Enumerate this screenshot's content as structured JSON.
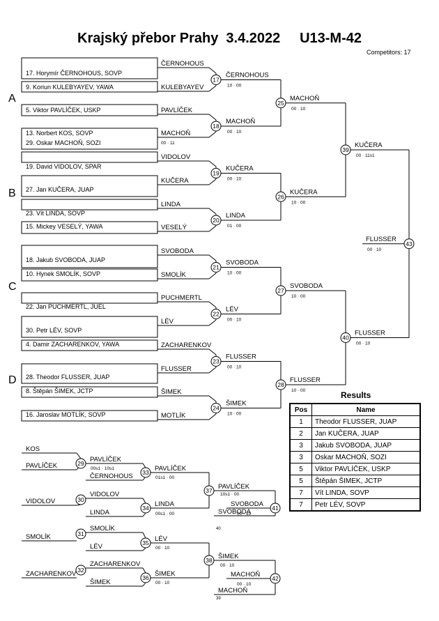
{
  "header": {
    "title": "Krajský přebor Prahy  3.4.2022     U13-M-42",
    "competitors": "Competitors: 17"
  },
  "pools": [
    "A",
    "B",
    "C",
    "D"
  ],
  "entries": [
    "17. Horymír ČERNOHOUS, SOVP",
    "9. Koriun KULEBYAYEV, YAWA",
    "5. Viktor PAVLÍČEK, USKP",
    "13. Norbert KOS, SOVP",
    "29. Oskar MACHOŇ, SOZI",
    "19. David VIDOLOV, SPAR",
    "27. Jan KUČERA, JUAP",
    "23. Vít LINDA, SOVP",
    "15. Mickey VESELÝ, YAWA",
    "18. Jakub SVOBODA, JUAP",
    "10. Hynek SMOLÍK, SOVP",
    "22. Jan PUCHMERTL, JUEL",
    "30. Petr LÉV, SOVP",
    "4. Damir ZACHARENKOV, YAWA",
    "28. Theodor FLUSSER, JUAP",
    "8. Štěpán ŠIMEK, JCTP",
    "16. Jaroslav MOTLÍK, SOVP"
  ],
  "r1_names": [
    "ČERNOHOUS",
    "KULEBYAYEV",
    "PAVLÍČEK",
    "MACHOŇ",
    "VIDOLOV",
    "KUČERA",
    "LINDA",
    "VESELÝ",
    "SVOBODA",
    "SMOLÍK",
    "PUCHMERTL",
    "LÉV",
    "ZACHARENKOV",
    "FLUSSER",
    "ŠIMEK",
    "MOTLÍK"
  ],
  "r1_scores": [
    "00 · 11"
  ],
  "r2": [
    {
      "num": "17",
      "winner": "ČERNOHOUS",
      "score": "10 · 00"
    },
    {
      "num": "18",
      "winner": "MACHOŇ",
      "score": "00 · 10"
    },
    {
      "num": "19",
      "winner": "KUČERA",
      "score": "00 · 10"
    },
    {
      "num": "20",
      "winner": "LINDA",
      "score": "01 · 00"
    },
    {
      "num": "21",
      "winner": "SVOBODA",
      "score": "10 · 00"
    },
    {
      "num": "22",
      "winner": "LÉV",
      "score": "00 · 10"
    },
    {
      "num": "23",
      "winner": "FLUSSER",
      "score": "00 · 10"
    },
    {
      "num": "24",
      "winner": "ŠIMEK",
      "score": "10 · 00"
    }
  ],
  "r3": [
    {
      "num": "25",
      "winner": "MACHOŇ",
      "score": "00 · 10"
    },
    {
      "num": "26",
      "winner": "KUČERA",
      "score": "10 · 00"
    },
    {
      "num": "27",
      "winner": "SVOBODA",
      "score": "10 · 00"
    },
    {
      "num": "28",
      "winner": "FLUSSER",
      "score": "10 · 00"
    }
  ],
  "r4": [
    {
      "num": "39",
      "winner": "KUČERA",
      "score": "00 · 11s1"
    },
    {
      "num": "40",
      "winner": "FLUSSER",
      "score": "00 · 10"
    }
  ],
  "final": {
    "num": "43",
    "winner": "FLUSSER",
    "score": "00 · 10"
  },
  "repechage": {
    "entrants": [
      "KOS",
      "PAVLÍČEK",
      "VIDOLOV",
      "SMOLÍK",
      "ZACHARENKOV"
    ],
    "matches": [
      {
        "num": "29",
        "winner": "PAVLÍČEK",
        "score": "00s1 · 10s1"
      },
      {
        "num": "30",
        "winner": "VIDOLOV",
        "score": ""
      },
      {
        "num": "31",
        "winner": "SMOLÍK",
        "score": ""
      },
      {
        "num": "32",
        "winner": "ZACHARENKOV",
        "score": ""
      },
      {
        "num": "33",
        "winner": "PAVLÍČEK",
        "score": "01s1 · 00"
      },
      {
        "num": "34",
        "winner": "LINDA",
        "score": "00s1 · 00"
      },
      {
        "num": "35",
        "winner": "LÉV",
        "score": "00 · 10"
      },
      {
        "num": "36",
        "winner": "ŠIMEK",
        "score": "00 · 10"
      },
      {
        "num": "37",
        "winner": "PAVLÍČEK",
        "score": "10s1 · 00"
      },
      {
        "num": "38",
        "winner": "ŠIMEK",
        "score": "00 · 10"
      },
      {
        "num": "41",
        "winner": "SVOBODA",
        "score": "00 · 10"
      },
      {
        "num": "42",
        "winner": "MACHOŇ",
        "score": "00 · 10"
      }
    ],
    "opponents": [
      "ČERNOHOUS",
      "LINDA",
      "LÉV",
      "ŠIMEK",
      "SVOBODA",
      "MACHOŇ"
    ],
    "match_notes": [
      "40",
      "39"
    ]
  },
  "results": {
    "title": "Results",
    "headers": [
      "Pos",
      "Name"
    ],
    "rows": [
      {
        "pos": "1",
        "name": "Theodor FLUSSER, JUAP"
      },
      {
        "pos": "2",
        "name": "Jan KUČERA, JUAP"
      },
      {
        "pos": "3",
        "name": "Jakub SVOBODA, JUAP"
      },
      {
        "pos": "3",
        "name": "Oskar MACHOŇ, SOZI"
      },
      {
        "pos": "5",
        "name": "Viktor PAVLÍČEK, USKP"
      },
      {
        "pos": "5",
        "name": "Štěpán ŠIMEK, JCTP"
      },
      {
        "pos": "7",
        "name": "Vít LINDA, SOVP"
      },
      {
        "pos": "7",
        "name": "Petr LÉV, SOVP"
      }
    ]
  }
}
